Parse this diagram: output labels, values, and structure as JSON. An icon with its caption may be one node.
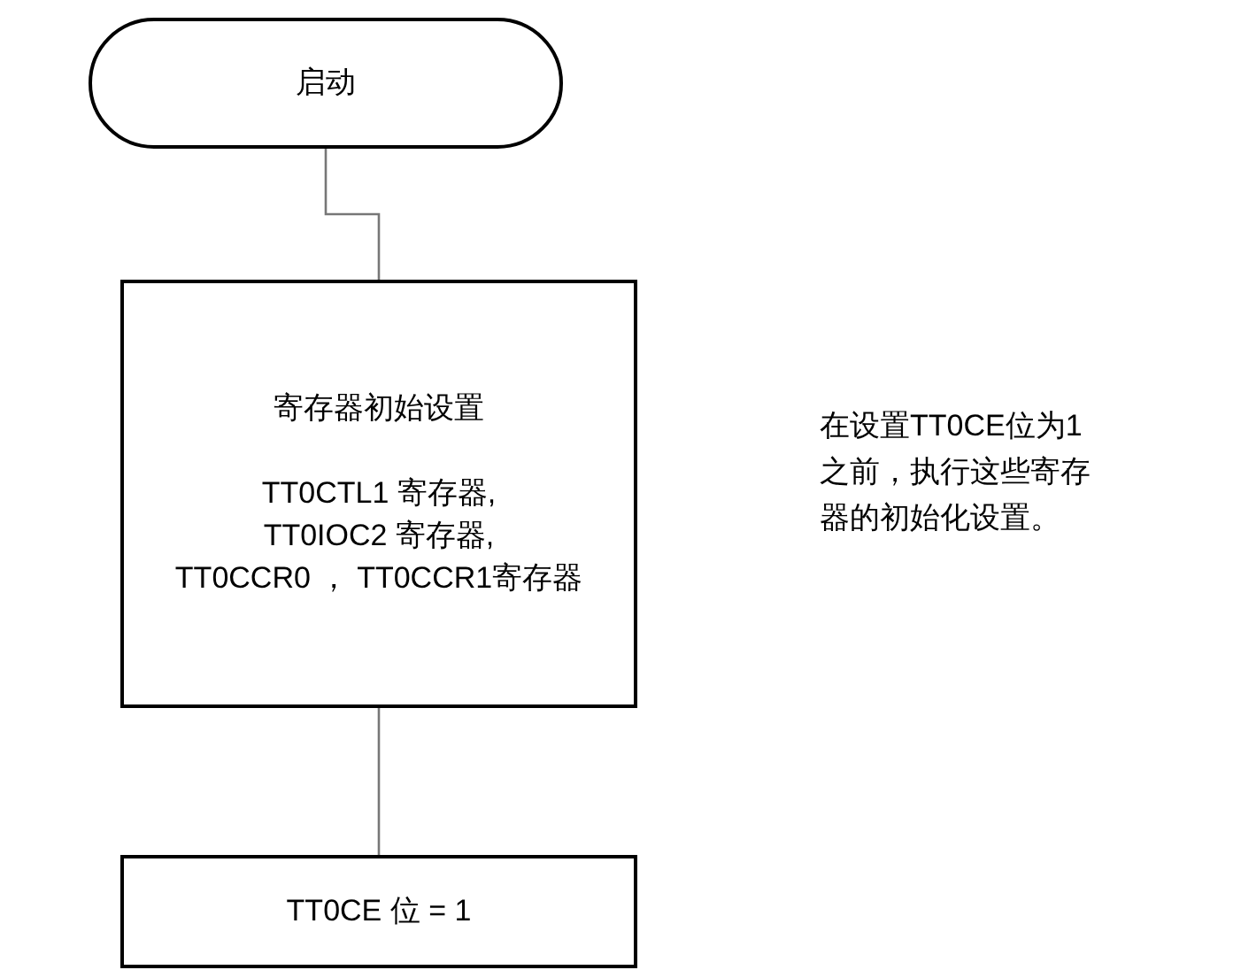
{
  "diagram": {
    "nodes": [
      {
        "text": [
          "启动"
        ]
      },
      {
        "text": [
          "寄存器初始设置",
          "TT0CTL1 寄存器, TT0IOC2 寄存器, TT0CCR0 ， TT0CCR1寄存器"
        ]
      },
      {
        "text": [
          "TT0CE 位 = 1"
        ]
      }
    ],
    "edges": [
      {
        "from": 0,
        "to": 1,
        "arrow": "none"
      },
      {
        "from": 1,
        "to": 2,
        "arrow": "none"
      }
    ],
    "labels": [
      "在设置TT0CE位为1之前，执行这些寄存器的初始化设置。"
    ]
  }
}
